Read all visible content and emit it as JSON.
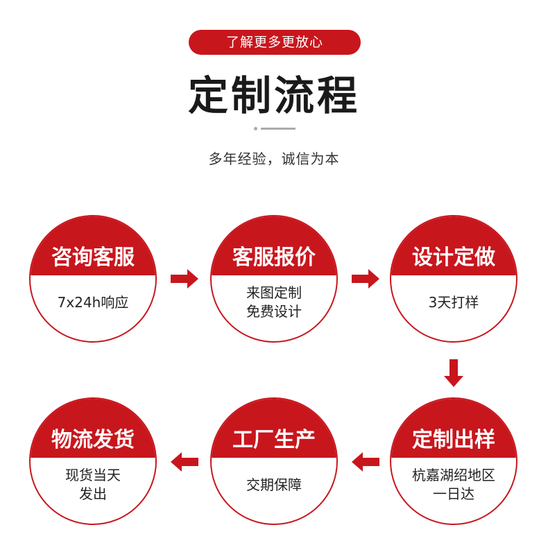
{
  "header": {
    "badge": "了解更多更放心",
    "title": "定制流程",
    "subtitle": "多年经验，诚信为本"
  },
  "colors": {
    "accent": "#c8161d",
    "text": "#1a1a1a"
  },
  "steps": [
    {
      "title": "咨询客服",
      "lines": [
        "7x24h响应"
      ]
    },
    {
      "title": "客服报价",
      "lines": [
        "来图定制",
        "免费设计"
      ]
    },
    {
      "title": "设计定做",
      "lines": [
        "3天打样"
      ]
    },
    {
      "title": "定制出样",
      "lines": [
        "杭嘉湖绍地区",
        "一日达"
      ]
    },
    {
      "title": "工厂生产",
      "lines": [
        "交期保障"
      ]
    },
    {
      "title": "物流发货",
      "lines": [
        "现货当天",
        "发出"
      ]
    }
  ],
  "arrows": [
    "arrow-right-icon",
    "arrow-right-icon",
    "arrow-down-icon",
    "arrow-left-icon",
    "arrow-left-icon"
  ]
}
